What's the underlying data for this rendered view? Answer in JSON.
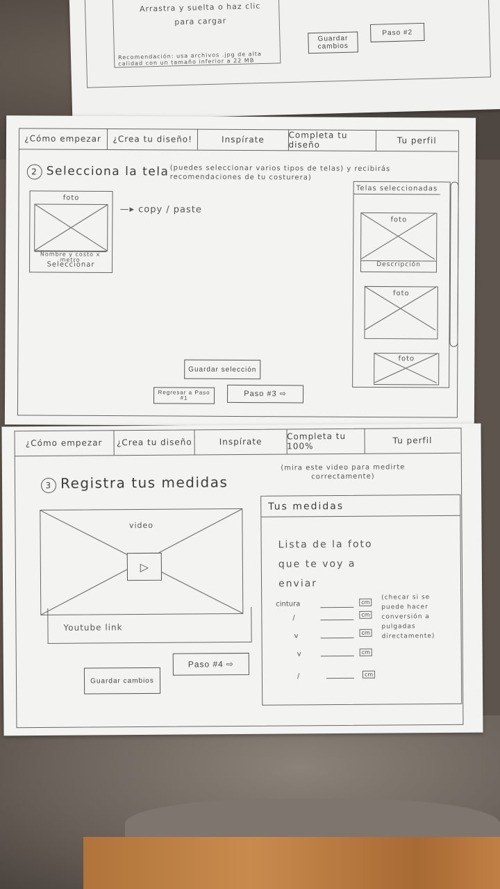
{
  "top_page": {
    "upload_text": "Arrastra y suelta o haz clic para cargar",
    "recommendation": "Recomendación: usa archivos .jpg de alta calidad con un tamaño inferior a 22 MB",
    "save_button": "Guardar cambios",
    "next_button": "Paso #2"
  },
  "tabs": [
    "¿Cómo empezar",
    "¿Crea tu diseño!",
    "Inspírate",
    "Completa tu diseño",
    "Tu perfil"
  ],
  "tabs2": [
    "¿Cómo empezar",
    "¿Crea tu diseño",
    "Inspírate",
    "Completa tu 100%",
    "Tu perfil"
  ],
  "step2": {
    "number": "2",
    "title": "Selecciona la tela",
    "note": "(puedes seleccionar varios tipos de telas) y recibirás recomendaciones de tu costurera)",
    "card_photo": "foto",
    "card_caption": "Nombre y costo x metro",
    "card_select": "Seleccionar",
    "copy_note": "copy / paste",
    "selected_panel_title": "Telas seleccionadas",
    "selected_items": [
      {
        "photo": "foto",
        "caption": "Descripción"
      },
      {
        "photo": "foto",
        "caption": ""
      },
      {
        "photo": "foto",
        "caption": ""
      }
    ],
    "save_selection": "Guardar selección",
    "back_button": "Regresar a Paso #1",
    "next_button": "Paso #3"
  },
  "step3": {
    "number": "3",
    "title": "Registra tus medidas",
    "note": "(mira este video para medirte correctamente)",
    "video_label": "video",
    "video_link": "Youtube link",
    "panel_title": "Tus medidas",
    "panel_text": "Lista de la foto que te voy a enviar",
    "rows": [
      "cintura",
      "/",
      "v",
      "v",
      "/"
    ],
    "unit": "cm",
    "side_note": "(checar si se puede hacer conversión a pulgadas directamente)",
    "save_button": "Guardar cambios",
    "next_button": "Paso #4"
  }
}
